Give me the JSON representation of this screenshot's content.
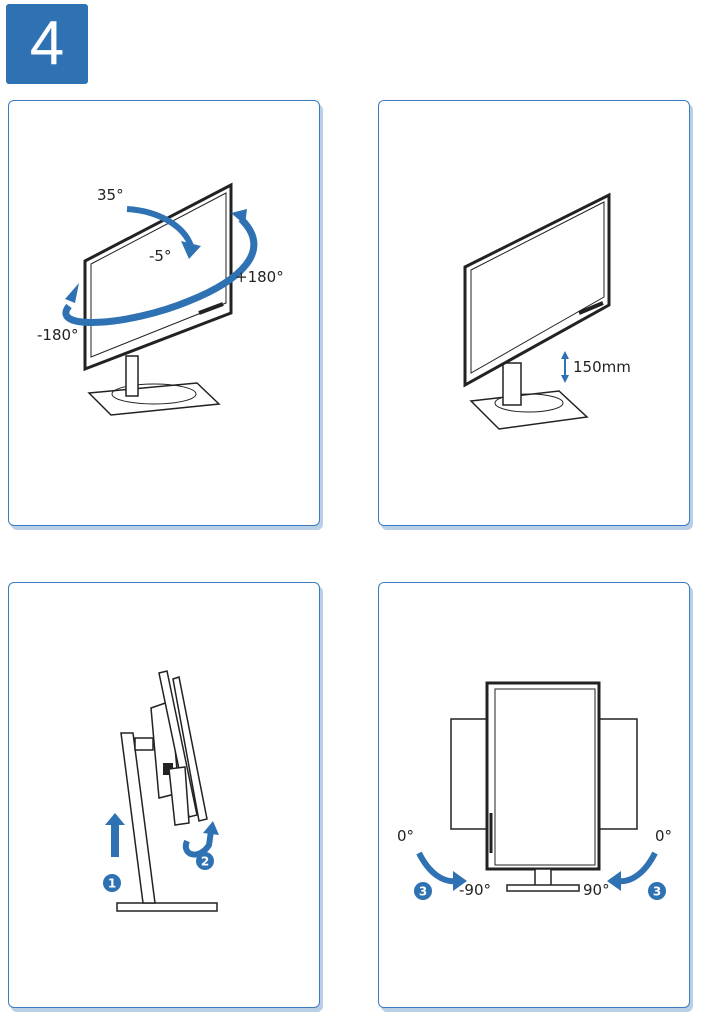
{
  "step": {
    "number": "4"
  },
  "panels": {
    "tilt_swivel": {
      "tilt_up": "35°",
      "tilt_down": "-5°",
      "swivel_right": "+180°",
      "swivel_left": "-180°"
    },
    "height": {
      "height_range": "150mm"
    },
    "detach": {
      "step_1": "1",
      "step_2": "2"
    },
    "pivot": {
      "left_start": "0°",
      "left_end": "-90°",
      "right_start": "0°",
      "right_end": "90°",
      "step_left": "3",
      "step_right": "3"
    }
  },
  "colors": {
    "accent": "#2f72b4",
    "border": "#3b7bbf",
    "line": "#222222"
  }
}
